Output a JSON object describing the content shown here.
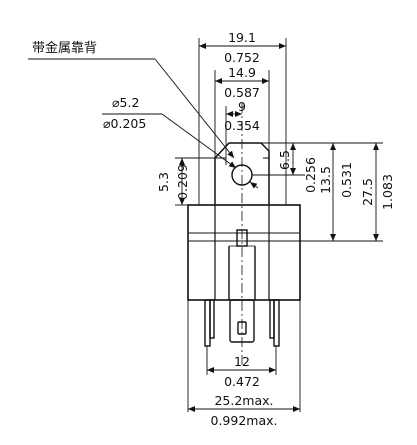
{
  "callout_label": "带金属靠背",
  "dimensions": {
    "overall_width_mm": "19.1",
    "overall_width_in": "0.752",
    "plate_width_mm": "14.9",
    "plate_width_in": "0.587",
    "hole_center_mm": "9",
    "hole_center_in": "0.354",
    "hole_dia_mm": "⌀5.2",
    "hole_dia_in": "⌀0.205",
    "left_height_mm": "5.3",
    "left_height_in": "0.209",
    "hole_offset_mm": "6.5",
    "hole_offset_in": "0.256",
    "mid_height_mm": "13.5",
    "mid_height_in": "0.531",
    "total_height_mm": "27.5",
    "total_height_in": "1.083",
    "pin_spacing_mm": "12",
    "pin_spacing_in": "0.472",
    "body_width_mm": "25.2max.",
    "body_width_in": "0.992max."
  }
}
